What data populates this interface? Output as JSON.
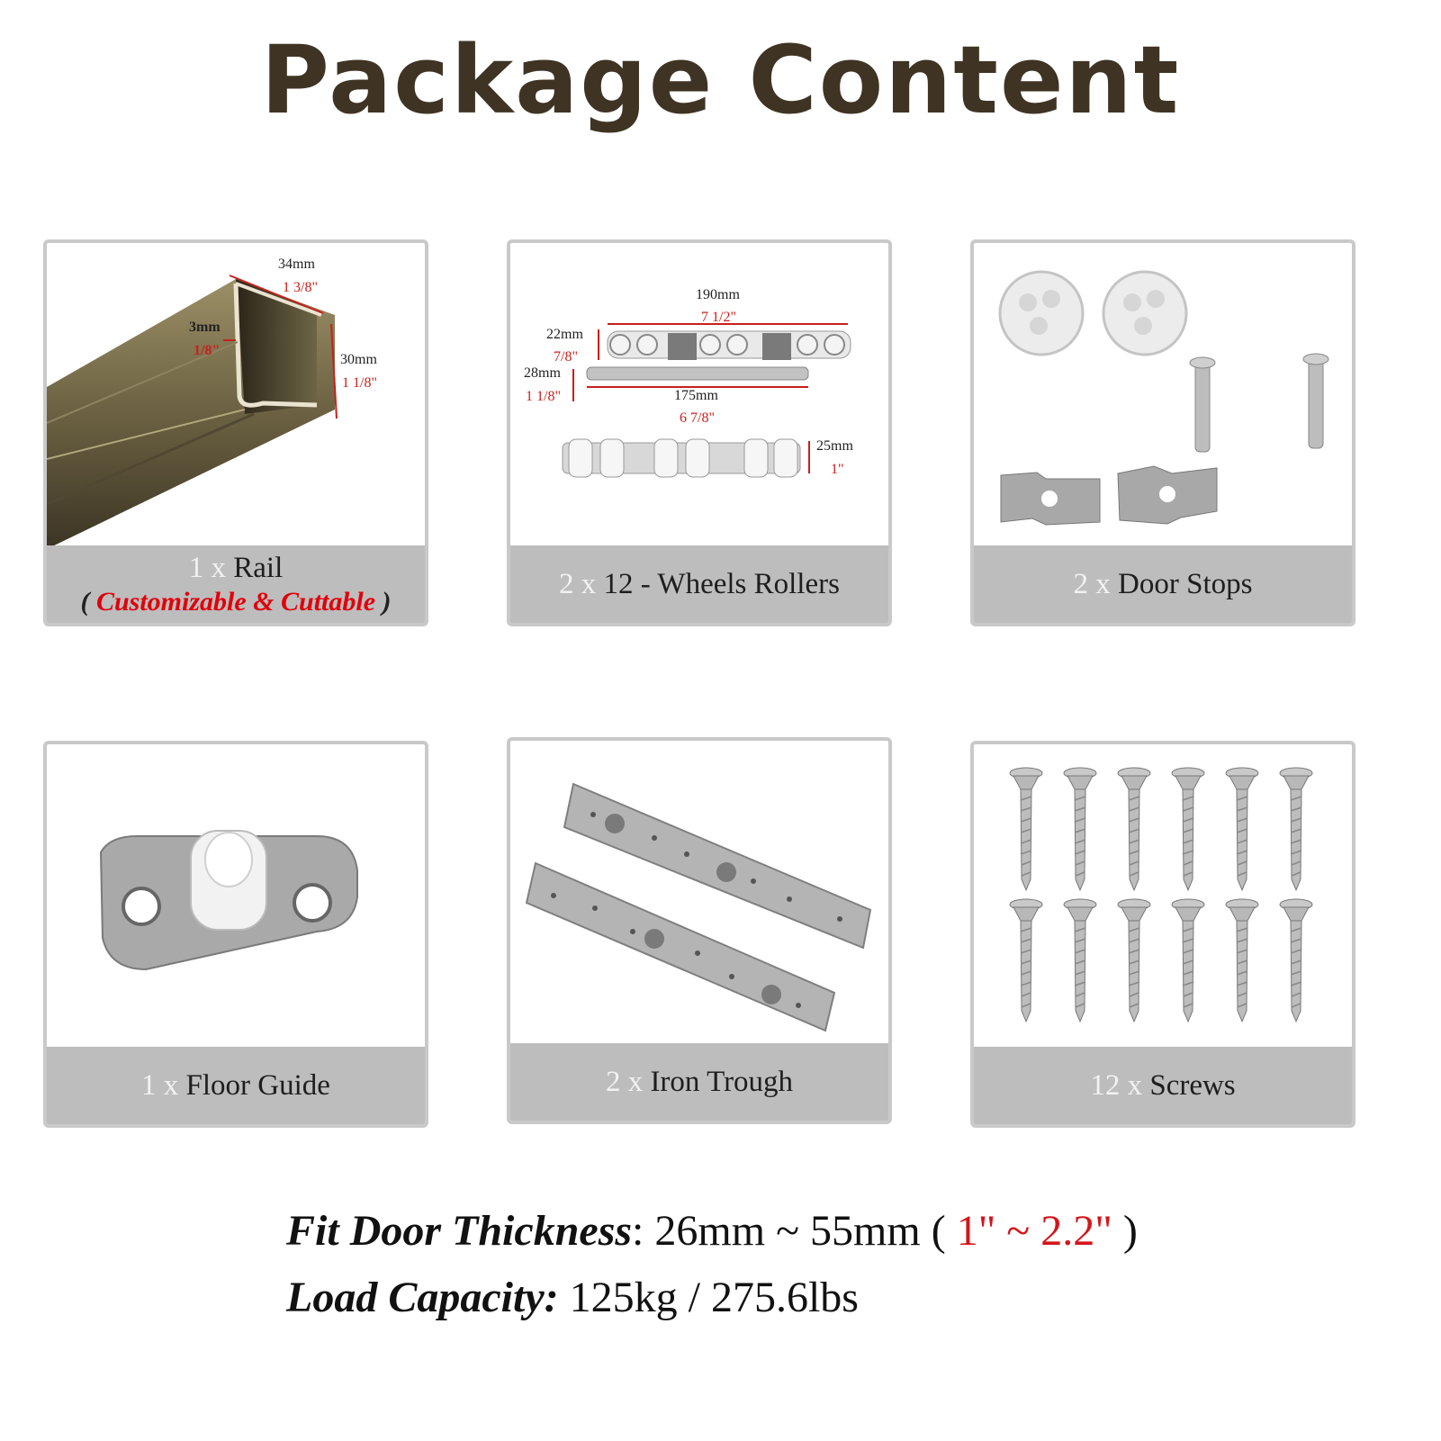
{
  "title": "Package Content",
  "items": [
    {
      "qty": "1 x",
      "name": "Rail",
      "sub_open": "(",
      "sub_text": "Customizable & Cuttable",
      "sub_close": ")",
      "dims": {
        "w_mm": "34mm",
        "w_in": "1 3/8\"",
        "t_mm": "3mm",
        "t_in": "1/8\"",
        "h_mm": "30mm",
        "h_in": "1 1/8\""
      }
    },
    {
      "qty": "2 x",
      "name": "12 - Wheels Rollers",
      "dims": {
        "len_mm": "190mm",
        "len_in": "7 1/2\"",
        "h1_mm": "22mm",
        "h1_in": "7/8\"",
        "h2_mm": "28mm",
        "h2_in": "1 1/8\"",
        "base_mm": "175mm",
        "base_in": "6 7/8\"",
        "w_mm": "25mm",
        "w_in": "1\""
      }
    },
    {
      "qty": "2 x",
      "name": "Door Stops"
    },
    {
      "qty": "1 x",
      "name": "Floor Guide"
    },
    {
      "qty": "2 x",
      "name": "Iron Trough"
    },
    {
      "qty": "12 x",
      "name": "Screws"
    }
  ],
  "specs": {
    "thickness_label": "Fit Door Thickness",
    "thickness_sep": ":",
    "thickness_mm": "26mm ~ 55mm (",
    "thickness_in": "1\" ~ 2.2\"",
    "thickness_close": ")",
    "load_label": "Load Capacity:",
    "load_value": "125kg / 275.6lbs"
  },
  "colors": {
    "title": "#3f3424",
    "caption_bg": "#bdbdbd",
    "accent_red": "#e0000a",
    "card_border": "#c9c9c9"
  }
}
